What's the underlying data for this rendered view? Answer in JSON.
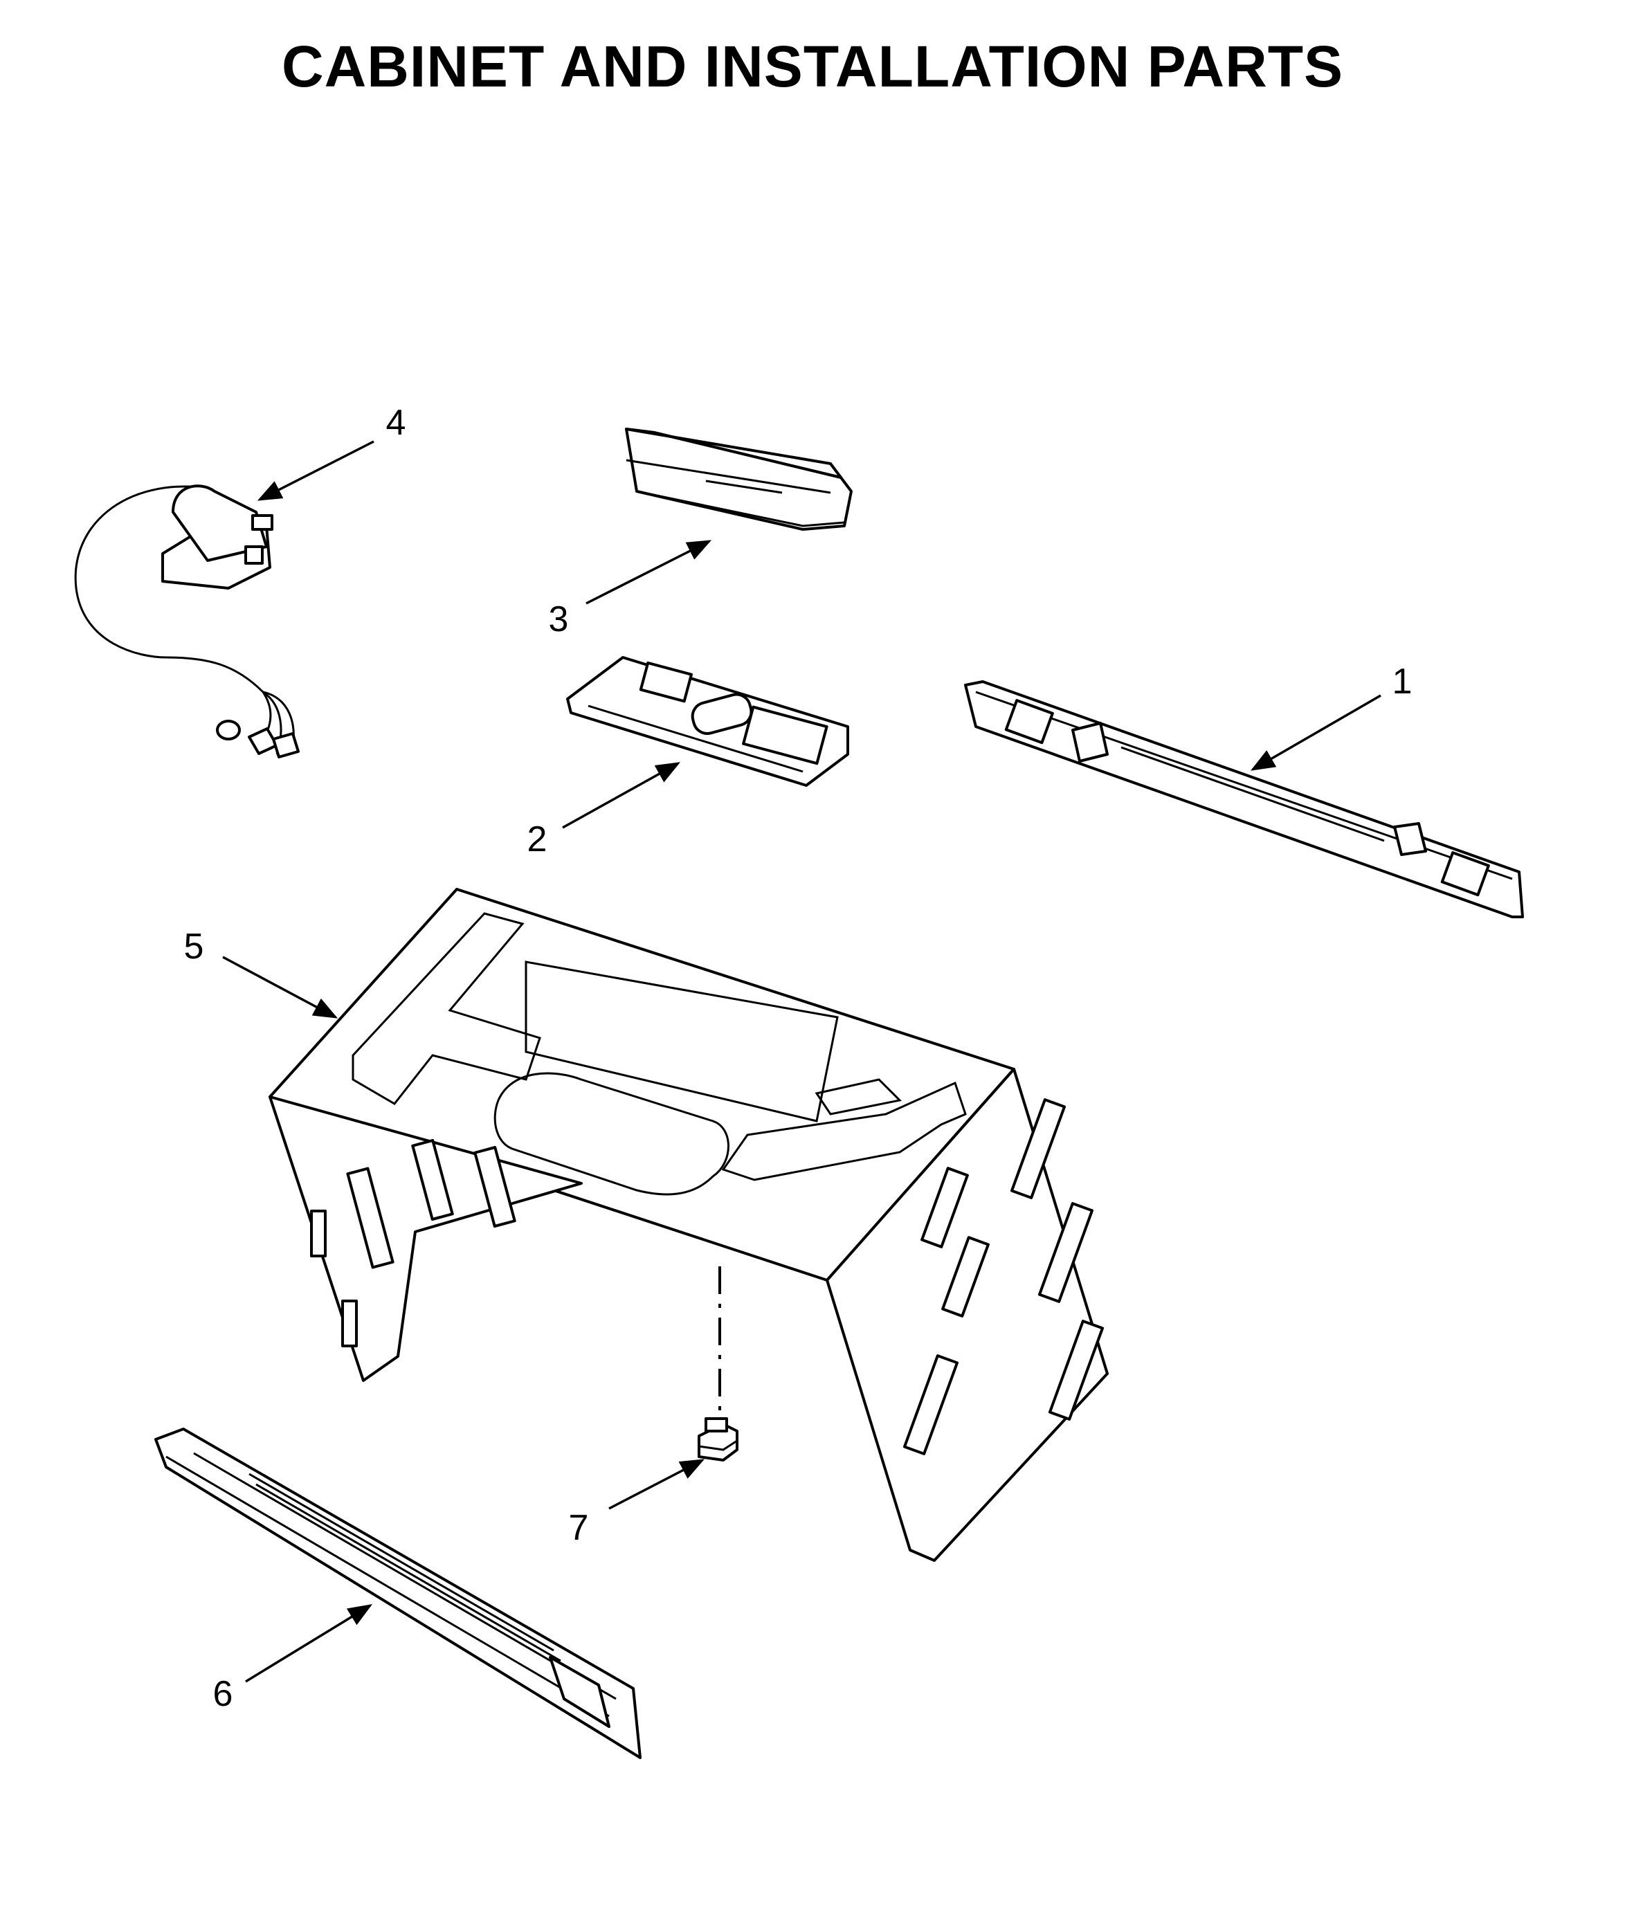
{
  "title": "CABINET AND INSTALLATION PARTS",
  "callouts": [
    {
      "id": "1",
      "label": "1"
    },
    {
      "id": "2",
      "label": "2"
    },
    {
      "id": "3",
      "label": "3"
    },
    {
      "id": "4",
      "label": "4"
    },
    {
      "id": "5",
      "label": "5"
    },
    {
      "id": "6",
      "label": "6"
    },
    {
      "id": "7",
      "label": "7"
    }
  ]
}
